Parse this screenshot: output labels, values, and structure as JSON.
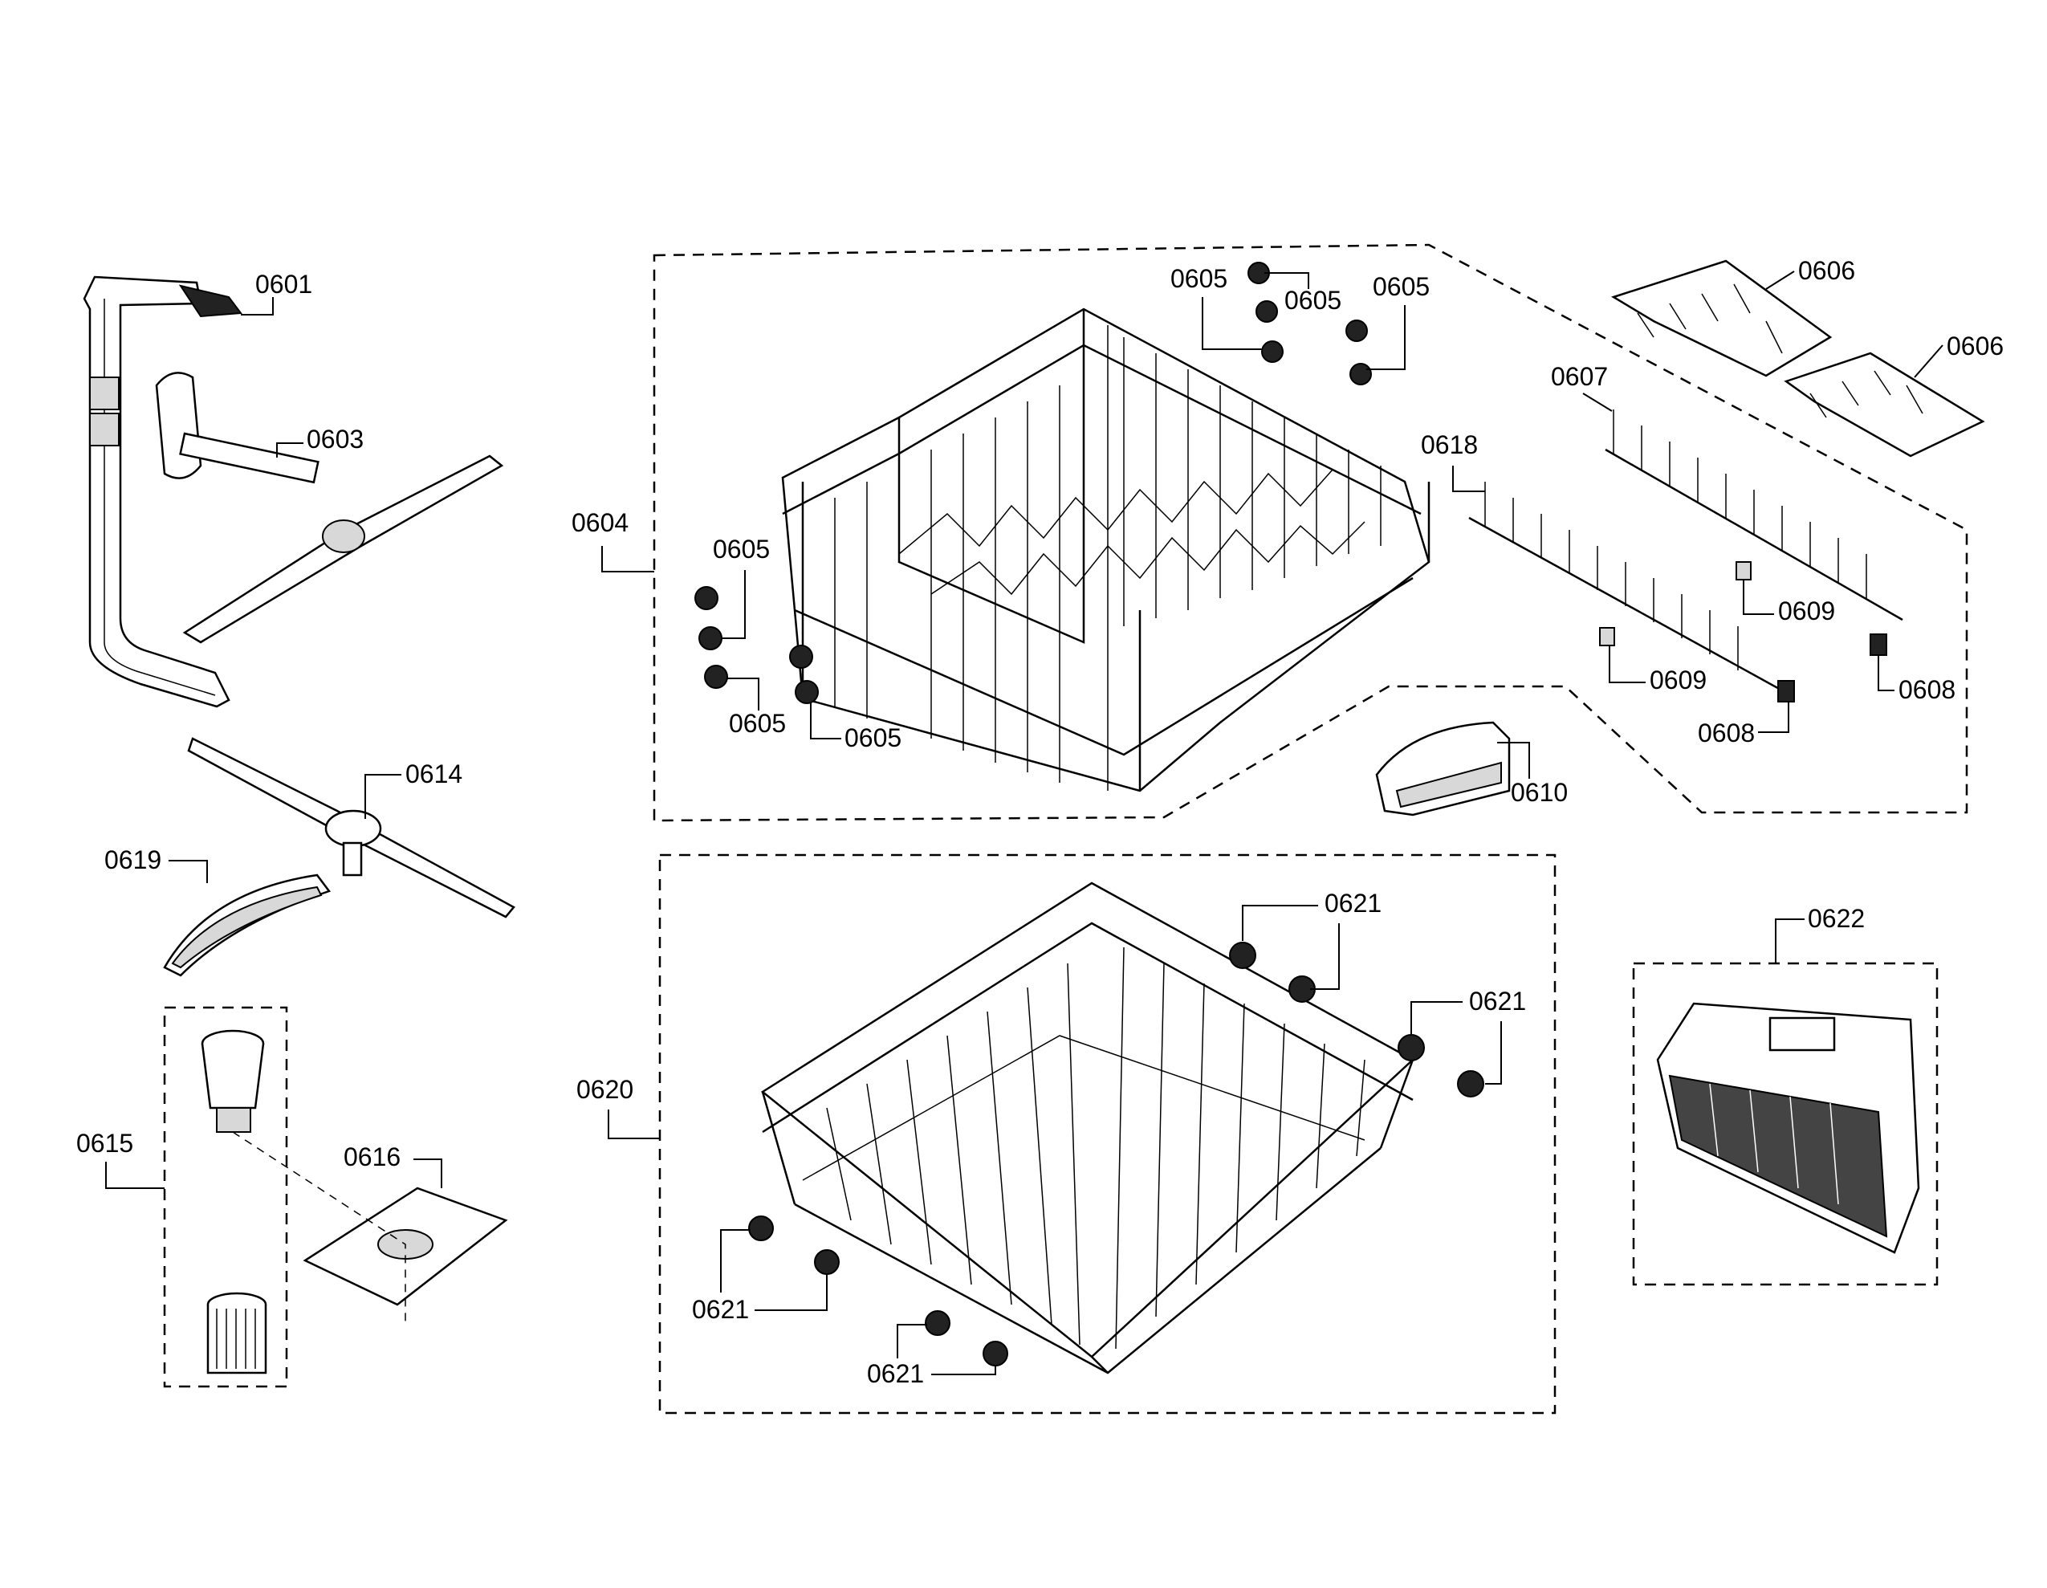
{
  "diagram": {
    "labels": {
      "p0601": "0601",
      "p0603": "0603",
      "p0604": "0604",
      "p0605": "0605",
      "p0606": "0606",
      "p0607": "0607",
      "p0608": "0608",
      "p0609": "0609",
      "p0610": "0610",
      "p0614": "0614",
      "p0615": "0615",
      "p0616": "0616",
      "p0618": "0618",
      "p0619": "0619",
      "p0620": "0620",
      "p0621": "0621",
      "p0622": "0622"
    }
  }
}
